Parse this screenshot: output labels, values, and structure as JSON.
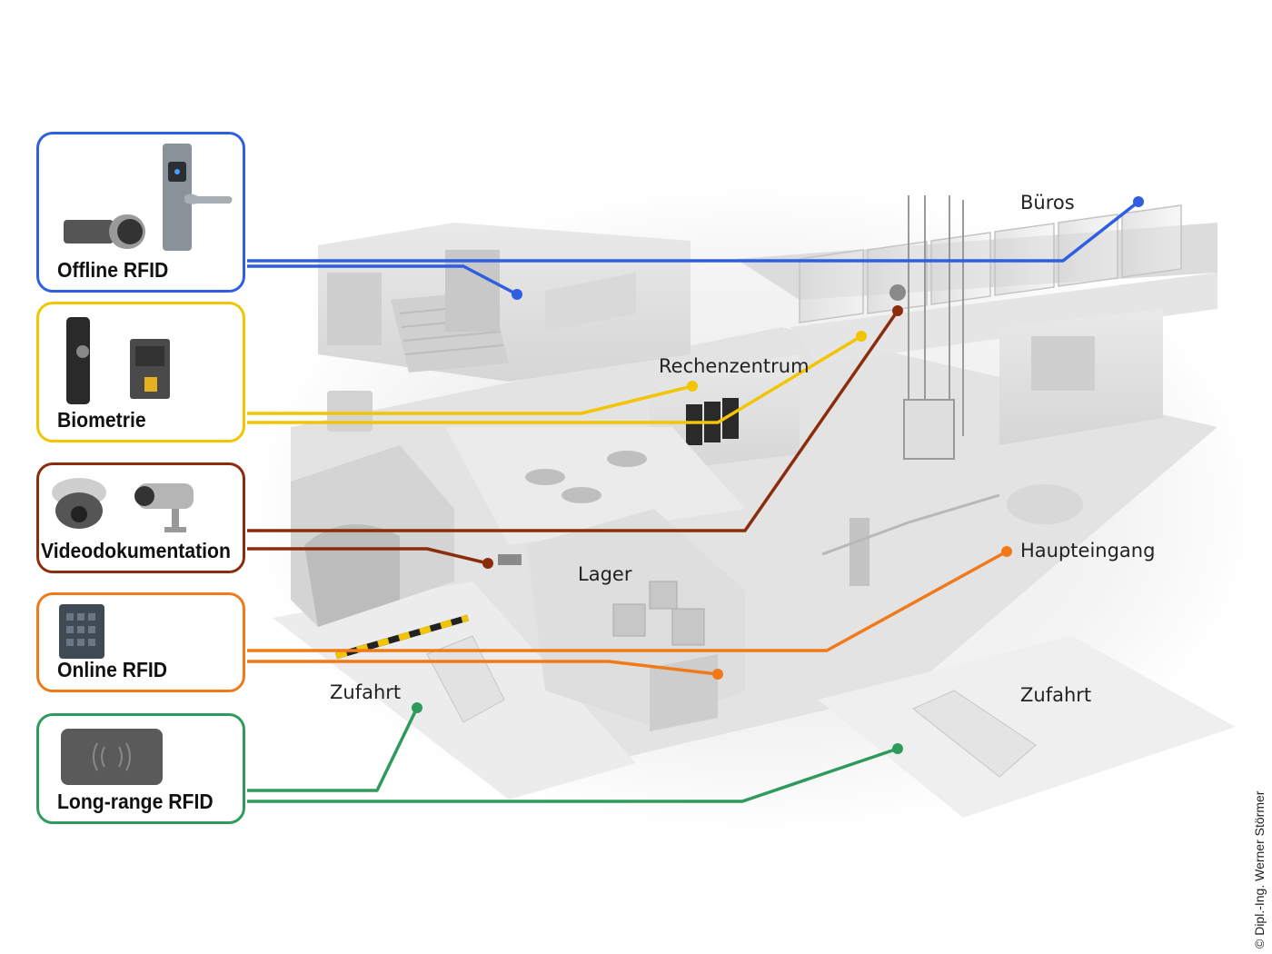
{
  "legend": [
    {
      "id": "offline-rfid",
      "label": "Offline RFID",
      "color": "#2f5fe0",
      "devices": [
        "door-handle-lock-icon",
        "cylinder-lock-icon"
      ]
    },
    {
      "id": "biometrie",
      "label": "Biometrie",
      "color": "#f2c500",
      "devices": [
        "fingerprint-reader-icon",
        "keypad-fingerprint-icon"
      ]
    },
    {
      "id": "videodokumentation",
      "label": "Videodokumentation",
      "color": "#8b2d0c",
      "devices": [
        "dome-camera-icon",
        "bullet-camera-icon"
      ]
    },
    {
      "id": "online-rfid",
      "label": "Online RFID",
      "color": "#f07a1a",
      "devices": [
        "rfid-keypad-reader-icon"
      ]
    },
    {
      "id": "long-range-rfid",
      "label": "Long-range RFID",
      "color": "#2e9a5c",
      "devices": [
        "long-range-antenna-icon"
      ]
    }
  ],
  "places": {
    "bueros": "Büros",
    "rechenzentrum": "Rechenzentrum",
    "haupteingang": "Haupteingang",
    "lager": "Lager",
    "zufahrt_left": "Zufahrt",
    "zufahrt_right": "Zufahrt"
  },
  "copyright": "© Dipl.-Ing. Werner Störmer"
}
